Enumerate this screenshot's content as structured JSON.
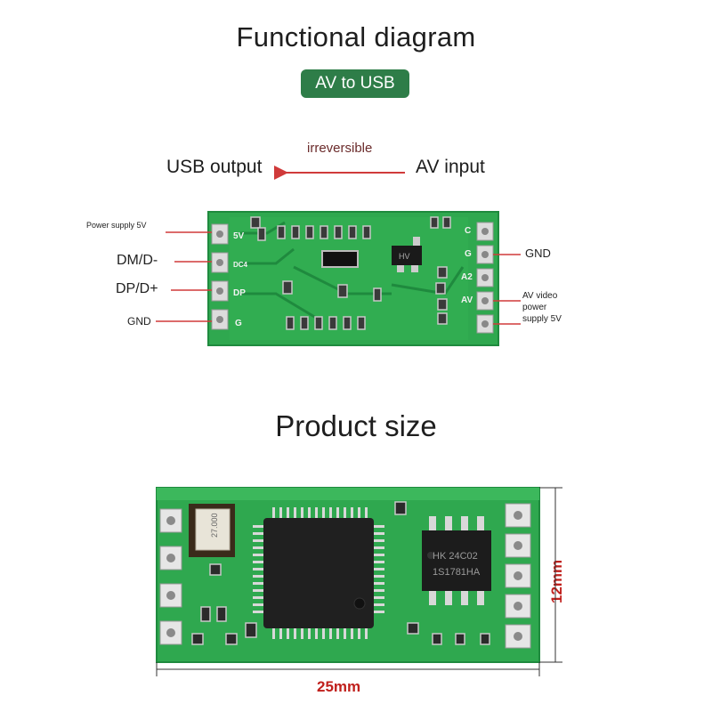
{
  "header": {
    "title": "Functional diagram",
    "badge": "AV to USB"
  },
  "flow": {
    "direction_note": "irreversible",
    "output_label": "USB output",
    "input_label": "AV input",
    "arrow_color": "#d03a3a"
  },
  "board1": {
    "left_pins": [
      {
        "callout": "Power supply  5V",
        "silk": "5V"
      },
      {
        "callout": "DM/D-",
        "silk": "DC4"
      },
      {
        "callout": "DP/D+",
        "silk": "DP"
      },
      {
        "callout": "GND",
        "silk": "G"
      }
    ],
    "right_pins_silk": [
      "C",
      "G",
      "A2",
      "AV",
      ""
    ],
    "right_callouts": [
      "GND",
      "AV video power supply 5V"
    ],
    "right_callout_lines": [
      "AV video",
      "power",
      "supply 5V"
    ],
    "chip_marking": "HV"
  },
  "size_section": {
    "title": "Product size",
    "width_label": "25mm",
    "height_label": "12mm",
    "crystal_marking": "27.000",
    "eeprom_marking_line1": "HK 24C02",
    "eeprom_marking_line2": "1S1781HA"
  },
  "colors": {
    "pcb_green": "#2fa84f",
    "pcb_dark": "#1f8a3e",
    "badge": "#2e7d48",
    "dimension": "#c0201c"
  }
}
